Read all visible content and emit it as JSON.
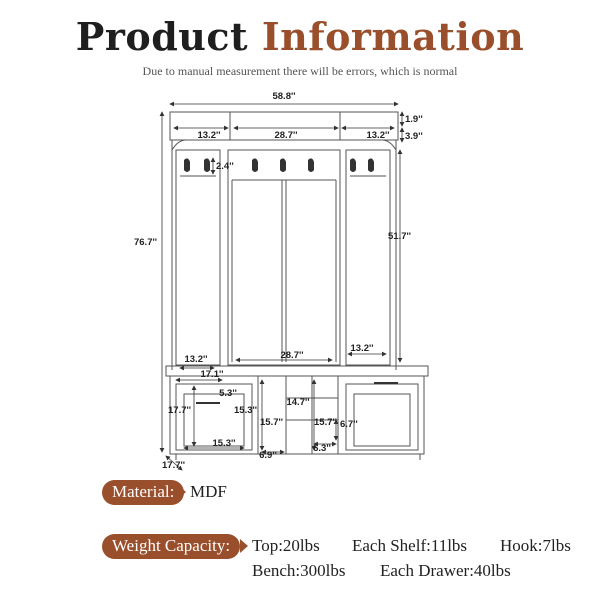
{
  "header": {
    "title_part1": "Product",
    "title_part2": "Information",
    "subtitle": "Due to manual measurement there will be errors, which is normal"
  },
  "dimensions": {
    "total_width": "58.8''",
    "top_height": "1.9''",
    "top_left": "13.2''",
    "top_middle": "28.7''",
    "top_right": "13.2''",
    "top_depth": "3.9''",
    "hook_gap": "2.4''",
    "total_height": "76.7''",
    "panel_height": "51.7''",
    "bench_left": "13.2''",
    "bench_middle": "28.7''",
    "bench_right": "13.2''",
    "bench_depth": "17.1''",
    "drawer_inner": "5.3''",
    "drawer_height": "17.7''",
    "drawer_h2": "15.3''",
    "shelf_h": "14.7''",
    "cubby_h1": "15.7''",
    "cubby_h2": "15.7''",
    "cubby_small": "6.7''",
    "drawer_width": "15.3''",
    "cubby_w1": "6.9''",
    "cubby_w2": "6.3''",
    "base_depth": "17.7''"
  },
  "colors": {
    "accent": "#9a4f2c",
    "title_dark": "#1e1e1e"
  },
  "material": {
    "label": "Material:",
    "value": "MDF"
  },
  "weight": {
    "label": "Weight Capacity:",
    "top": "Top:20lbs",
    "shelf": "Each Shelf:11lbs",
    "hook": "Hook:7lbs",
    "bench": "Bench:300lbs",
    "drawer": "Each Drawer:40lbs"
  }
}
